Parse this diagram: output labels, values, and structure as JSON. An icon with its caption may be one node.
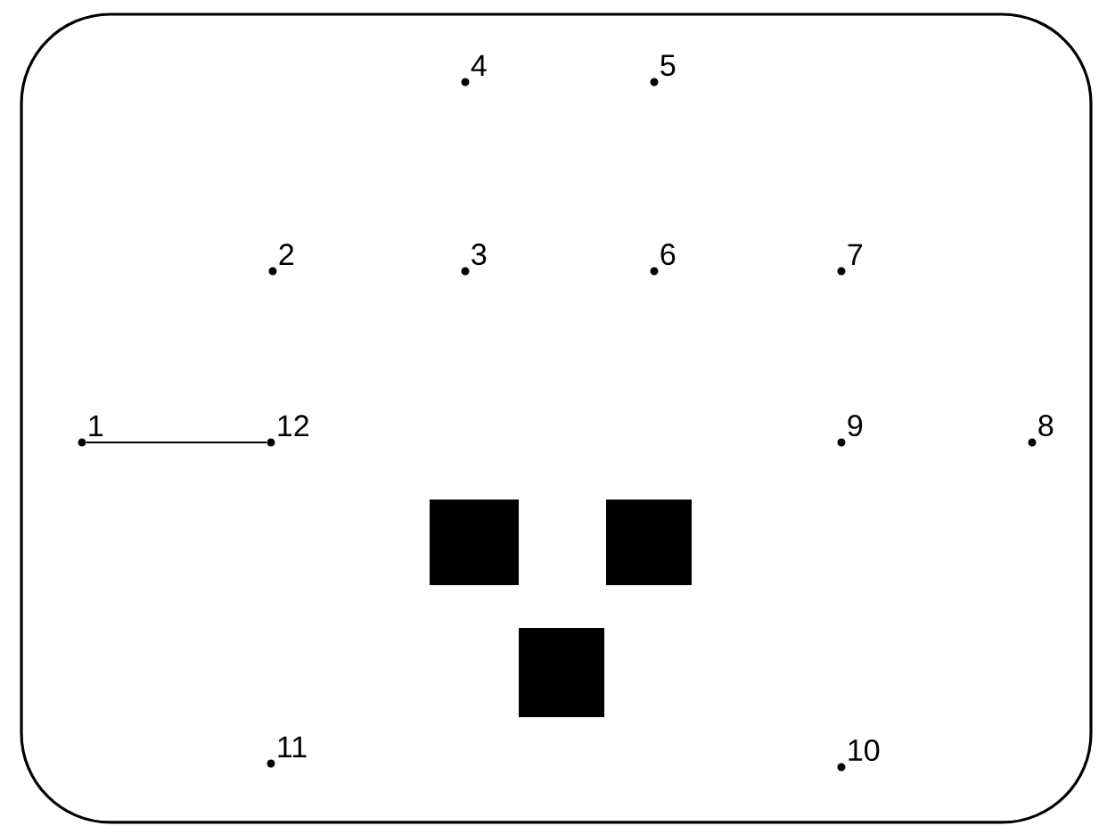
{
  "diagram": {
    "nodes": [
      {
        "text": [
          "1"
        ]
      },
      {
        "text": [
          "2"
        ]
      },
      {
        "text": [
          "3"
        ]
      },
      {
        "text": [
          "4"
        ]
      },
      {
        "text": [
          "5"
        ]
      },
      {
        "text": [
          "6"
        ]
      },
      {
        "text": [
          "7"
        ]
      },
      {
        "text": [
          "8"
        ]
      },
      {
        "text": [
          "9"
        ]
      },
      {
        "text": [
          "10"
        ]
      },
      {
        "text": [
          "11"
        ]
      },
      {
        "text": [
          "12"
        ]
      }
    ],
    "edges": [
      {
        "from": 0,
        "to": 11,
        "arrow": "none"
      }
    ]
  }
}
